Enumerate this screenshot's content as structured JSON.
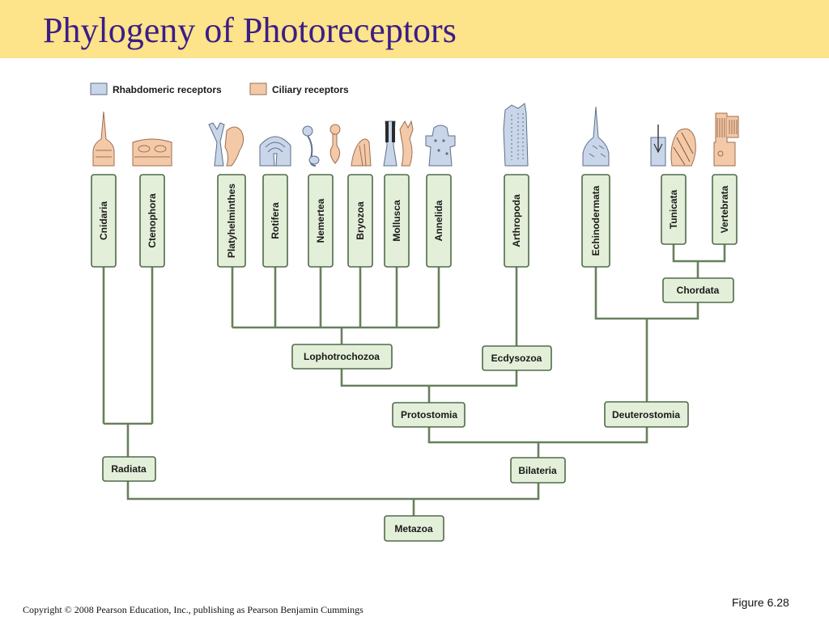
{
  "title": "Phylogeny of Photoreceptors",
  "legend": {
    "rhabdomeric": {
      "label": "Rhabdomeric receptors",
      "color": "#c9d6ea"
    },
    "ciliary": {
      "label": "Ciliary receptors",
      "color": "#f4c9a8"
    }
  },
  "taxa": {
    "cnidaria": "Cnidaria",
    "ctenophora": "Ctenophora",
    "platyhelminthes": "Platyhelminthes",
    "rotifera": "Rotifera",
    "nemertea": "Nemertea",
    "bryozoa": "Bryozoa",
    "mollusca": "Mollusca",
    "annelida": "Annelida",
    "arthropoda": "Arthropoda",
    "echinodermata": "Echinodermata",
    "tunicata": "Tunicata",
    "vertebrata": "Vertebrata"
  },
  "clades": {
    "chordata": "Chordata",
    "lophotrochozoa": "Lophotrochozoa",
    "ecdysozoa": "Ecdysozoa",
    "protostomia": "Protostomia",
    "deuterostomia": "Deuterostomia",
    "radiata": "Radiata",
    "bilateria": "Bilateria",
    "metazoa": "Metazoa"
  },
  "footer": {
    "copyright": "Copyright © 2008 Pearson Education, Inc., publishing as Pearson Benjamin Cummings",
    "figure": "Figure 6.28"
  }
}
